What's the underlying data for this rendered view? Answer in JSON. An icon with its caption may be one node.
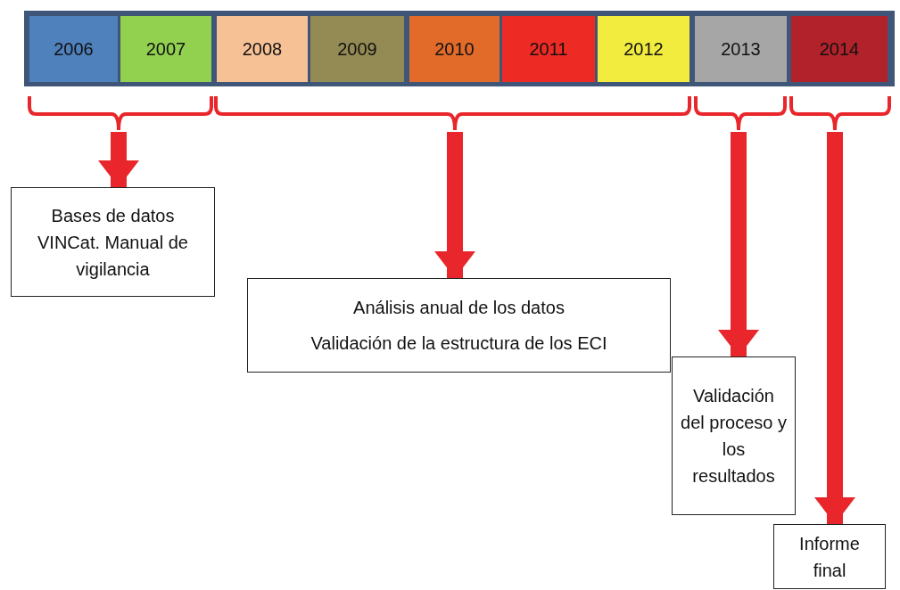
{
  "diagram": {
    "nodes": [
      {
        "text": [
          "2006"
        ]
      },
      {
        "text": [
          "2007"
        ]
      },
      {
        "text": [
          "2008"
        ]
      },
      {
        "text": [
          "2009"
        ]
      },
      {
        "text": [
          "2010"
        ]
      },
      {
        "text": [
          "2011"
        ]
      },
      {
        "text": [
          "2012"
        ]
      },
      {
        "text": [
          "2013"
        ]
      },
      {
        "text": [
          "2014"
        ]
      },
      {
        "text": [],
        "shape": "bracket"
      },
      {
        "text": [],
        "shape": "bracket"
      },
      {
        "text": [],
        "shape": "bracket"
      },
      {
        "text": [],
        "shape": "bracket"
      },
      {
        "text": [
          "Bases de datos VINCat. Manual de vigilancia"
        ]
      },
      {
        "text": [
          "Análisis anual de los datos",
          "Validación de la estructura de los ECI"
        ]
      },
      {
        "text": [
          "Validación del proceso y los resultados"
        ]
      },
      {
        "text": [
          "Informe final"
        ]
      }
    ],
    "edges": [
      {
        "from": 9,
        "to": 13,
        "arrow": "to"
      },
      {
        "from": 10,
        "to": 14,
        "arrow": "to"
      },
      {
        "from": 11,
        "to": 15,
        "arrow": "to"
      },
      {
        "from": 12,
        "to": 16,
        "arrow": "to"
      }
    ]
  }
}
